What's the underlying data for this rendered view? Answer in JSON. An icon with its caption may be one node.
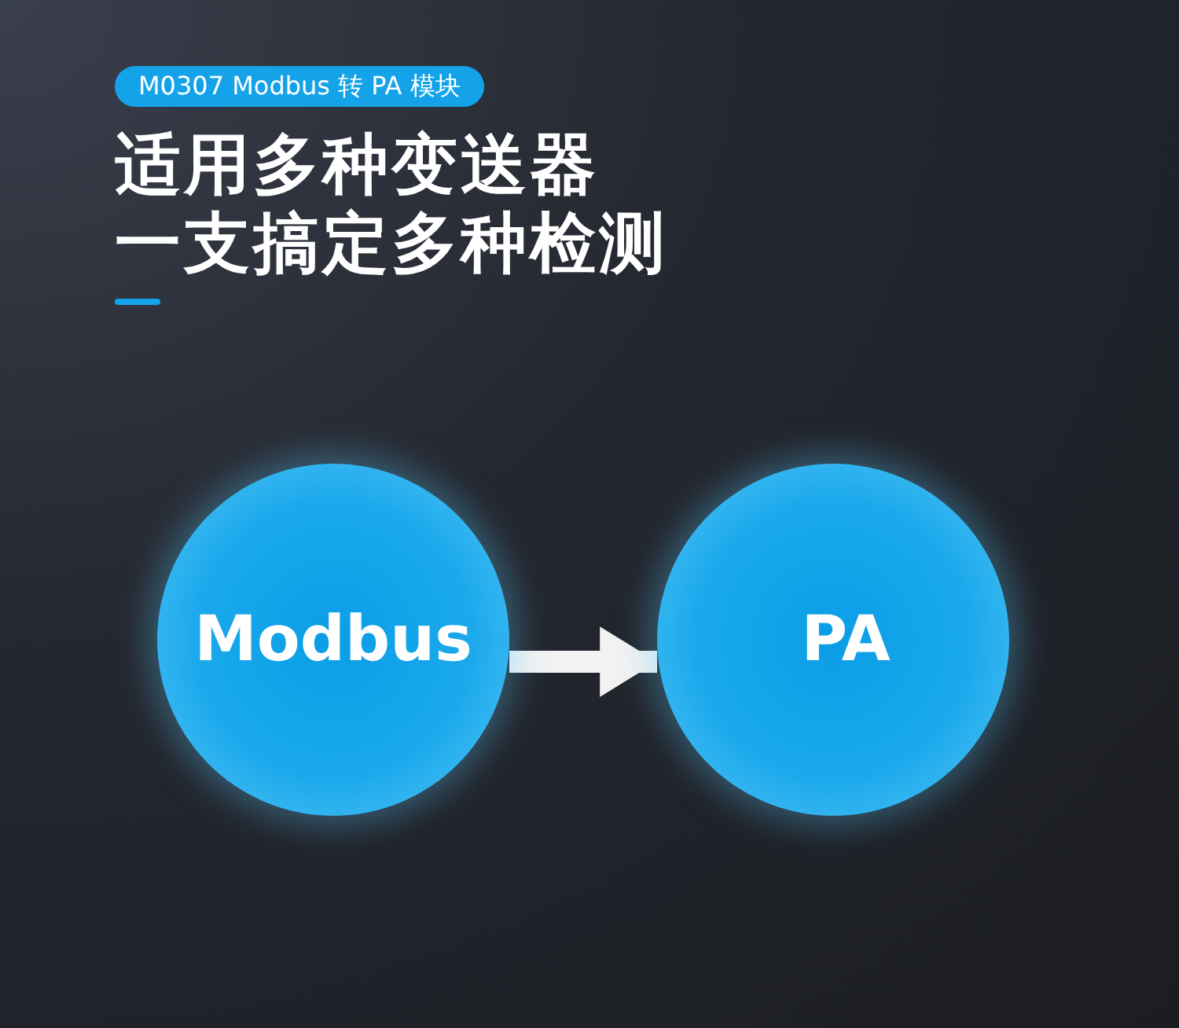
{
  "diagram": {
    "title": "适用多种变送器一支搞定多种检测",
    "nodes": [
      {
        "text": [
          "Modbus"
        ]
      },
      {
        "text": [
          "PA"
        ]
      }
    ],
    "edges": [
      {
        "from": 0,
        "to": 1,
        "arrow": "to"
      }
    ],
    "labels": [
      "M0307 Modbus 转 PA 模块"
    ]
  }
}
